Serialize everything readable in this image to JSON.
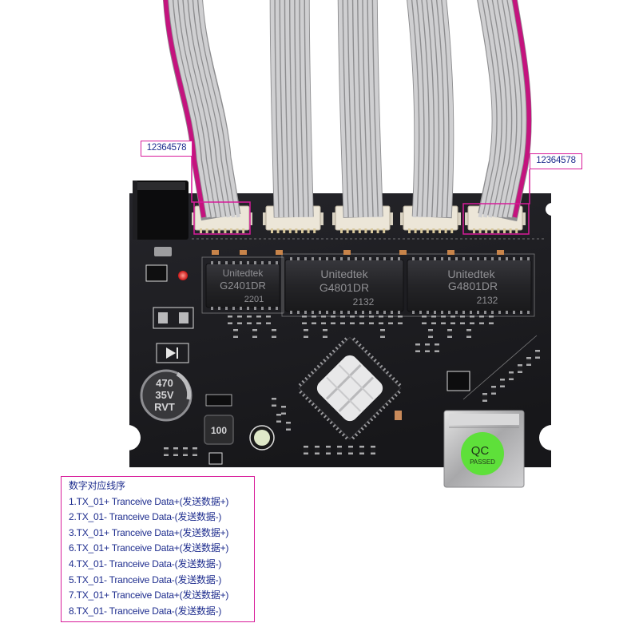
{
  "connector_labels": {
    "left": "12364578",
    "right": "12364578"
  },
  "legend": {
    "title": "数字对应线序",
    "lines": [
      "1.TX_01+ Tranceive Data+(发送数据+)",
      "2.TX_01- Tranceive Data-(发送数据-)",
      "3.TX_01+ Tranceive Data+(发送数据+)",
      "6.TX_01+ Tranceive Data+(发送数据+)",
      "4.TX_01- Tranceive Data-(发送数据-)",
      "5.TX_01- Tranceive Data-(发送数据-)",
      "7.TX_01+ Tranceive Data+(发送数据+)",
      "8.TX_01- Tranceive Data-(发送数据-)"
    ]
  },
  "board": {
    "chips": [
      {
        "brand": "Unitedtek",
        "model": "G2401DR",
        "code": "2201"
      },
      {
        "brand": "Unitedtek",
        "model": "G4801DR",
        "code": "2132"
      },
      {
        "brand": "Unitedtek",
        "model": "G4801DR",
        "code": "2132"
      }
    ],
    "capacitor": [
      "470",
      "35V",
      "RVT"
    ],
    "inductor": "100",
    "qc_sticker": {
      "top": "QC",
      "bottom": "PASSED"
    }
  },
  "colors": {
    "annotation_border": "#d81b9a",
    "annotation_text": "#1e2d8e",
    "board": "#1c1c1f",
    "ribbon_wire": "#cfcfd1",
    "ribbon_marker_wire": "#c4137e",
    "qc_sticker": "#5ee03a"
  }
}
